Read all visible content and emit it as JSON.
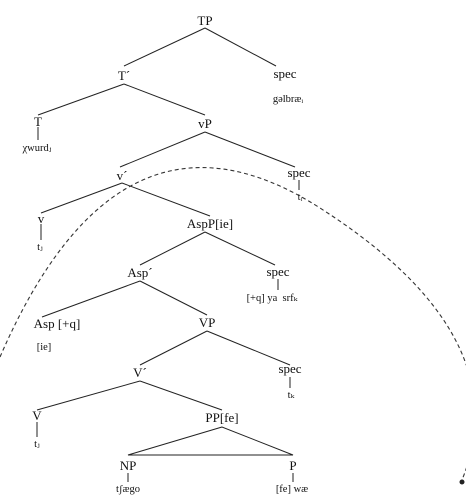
{
  "nodes": {
    "tp": "TP",
    "tbar": "T´",
    "spec1": "spec",
    "galbrae": "gəlbræᵢ",
    "t": "T",
    "xwurd": "χwurdⱼ",
    "vp_small": "vP",
    "vbar": "v´",
    "spec2": "spec",
    "ti": "tᵢ",
    "v_small": "v",
    "tj1": "tⱼ",
    "aspp": "AspP[ie]",
    "aspbar": "Asp´",
    "spec3": "spec",
    "spec3_val": "[+q] ya  srfₖ",
    "asp": "Asp [+q]",
    "asp_ie": "[ie]",
    "vp_big": "VP",
    "vbar_big": "V´",
    "spec4": "spec",
    "tk": "tₖ",
    "v_big": "V",
    "tj2": "tⱼ",
    "pp": "PP[fe]",
    "np": "NP",
    "tsaego": "tʃægo",
    "p": "P",
    "fewae": "[fe] wæ"
  }
}
